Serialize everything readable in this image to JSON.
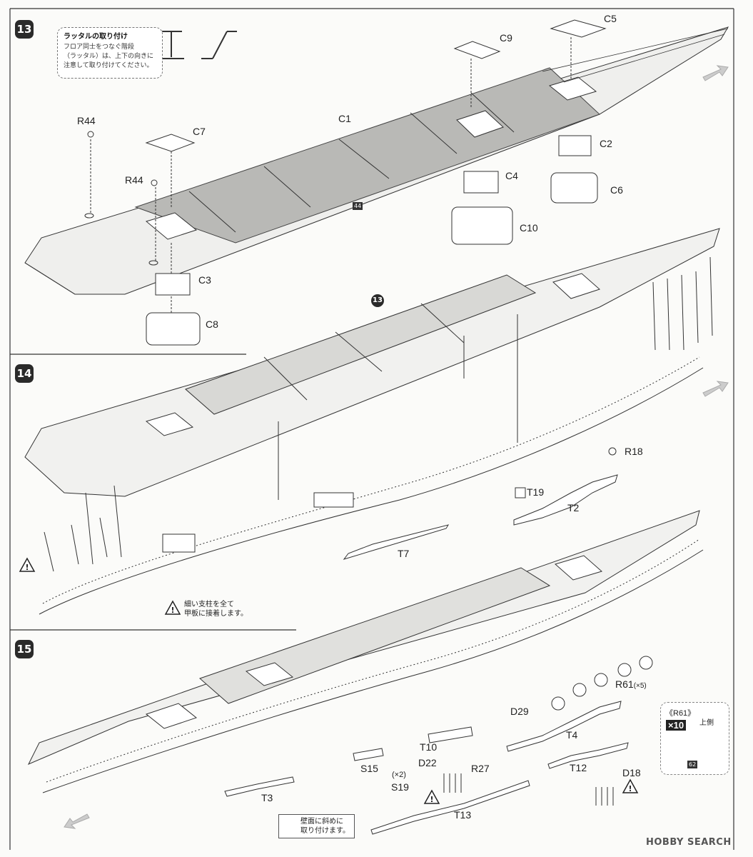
{
  "steps": {
    "s13": "13",
    "s13_inline": "13",
    "s14": "14",
    "s15": "15"
  },
  "note": {
    "title": "ラッタルの取り付け",
    "line1": "フロア同士をつなぐ階段",
    "line2": "（ラッタル）は、上下の向きに",
    "line3": "注意して取り付けてください。"
  },
  "labels": {
    "C5": "C5",
    "C9": "C9",
    "C1": "C1",
    "C7": "C7",
    "R44a": "R44",
    "R44b": "R44",
    "C2": "C2",
    "C4": "C4",
    "C6": "C6",
    "C10": "C10",
    "C3": "C3",
    "C8": "C8",
    "R18": "R18",
    "T19": "T19",
    "T2": "T2",
    "T7": "T7",
    "R61": "R61",
    "R61mult": "(×5)",
    "D29": "D29",
    "T4": "T4",
    "T10": "T10",
    "D22": "D22",
    "R27": "R27",
    "T12": "T12",
    "D18": "D18",
    "S15": "S15",
    "S19mult": "(×2)",
    "S19": "S19",
    "T3": "T3",
    "T13": "T13"
  },
  "badges": {
    "b44": "44",
    "b62": "62"
  },
  "cautions": {
    "c14_line1": "細い支柱を全て",
    "c14_line2": "甲板に接着します。",
    "c15_line1": "壁面に斜めに",
    "c15_line2": "取り付けます。"
  },
  "legend": {
    "title": "《R61》",
    "count": "×10",
    "side": "上側"
  },
  "watermark": "HOBBY SEARCH"
}
